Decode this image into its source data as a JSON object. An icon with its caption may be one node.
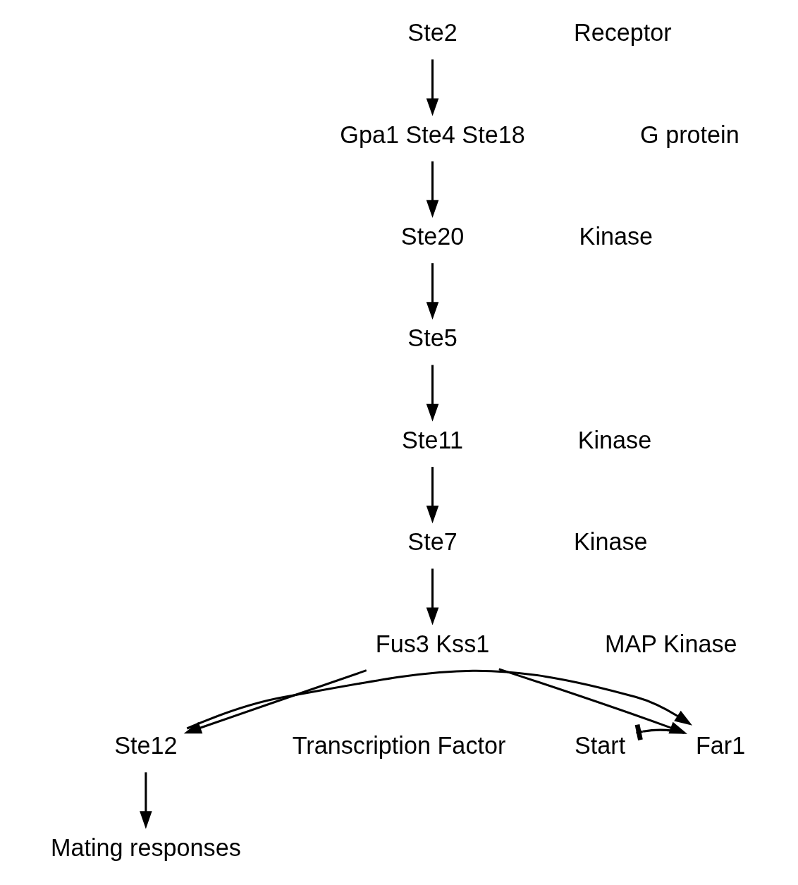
{
  "diagram": {
    "nodes": [
      {
        "text": [
          "Ste2"
        ]
      },
      {
        "text": [
          "Gpa1 Ste4 Ste18"
        ]
      },
      {
        "text": [
          "Ste20"
        ]
      },
      {
        "text": [
          "Ste5"
        ]
      },
      {
        "text": [
          "Ste11"
        ]
      },
      {
        "text": [
          "Ste7"
        ]
      },
      {
        "text": [
          "Fus3 Kss1"
        ]
      },
      {
        "text": [
          "Far1"
        ]
      },
      {
        "text": [
          "Ste12"
        ]
      },
      {
        "text": [
          "Start"
        ]
      },
      {
        "text": [
          "Mating responses"
        ]
      }
    ],
    "edges": [
      {
        "from": 0,
        "to": 1,
        "arrow": "to"
      },
      {
        "from": 1,
        "to": 2,
        "arrow": "to"
      },
      {
        "from": 2,
        "to": 3,
        "arrow": "to"
      },
      {
        "from": 3,
        "to": 4,
        "arrow": "to"
      },
      {
        "from": 4,
        "to": 5,
        "arrow": "to"
      },
      {
        "from": 5,
        "to": 6,
        "arrow": "to"
      },
      {
        "from": 6,
        "to": 7,
        "arrow": "to"
      },
      {
        "from": 6,
        "to": 8,
        "arrow": "to"
      },
      {
        "from": 8,
        "to": 7,
        "arrow": "to"
      },
      {
        "from": 7,
        "to": 9,
        "arrow": "other"
      },
      {
        "from": 8,
        "to": 10,
        "arrow": "to"
      }
    ],
    "labels": [
      "Receptor",
      "G protein",
      "Kinase",
      "Kinase",
      "Kinase",
      "MAP Kinase",
      "Transcription Factor"
    ]
  }
}
